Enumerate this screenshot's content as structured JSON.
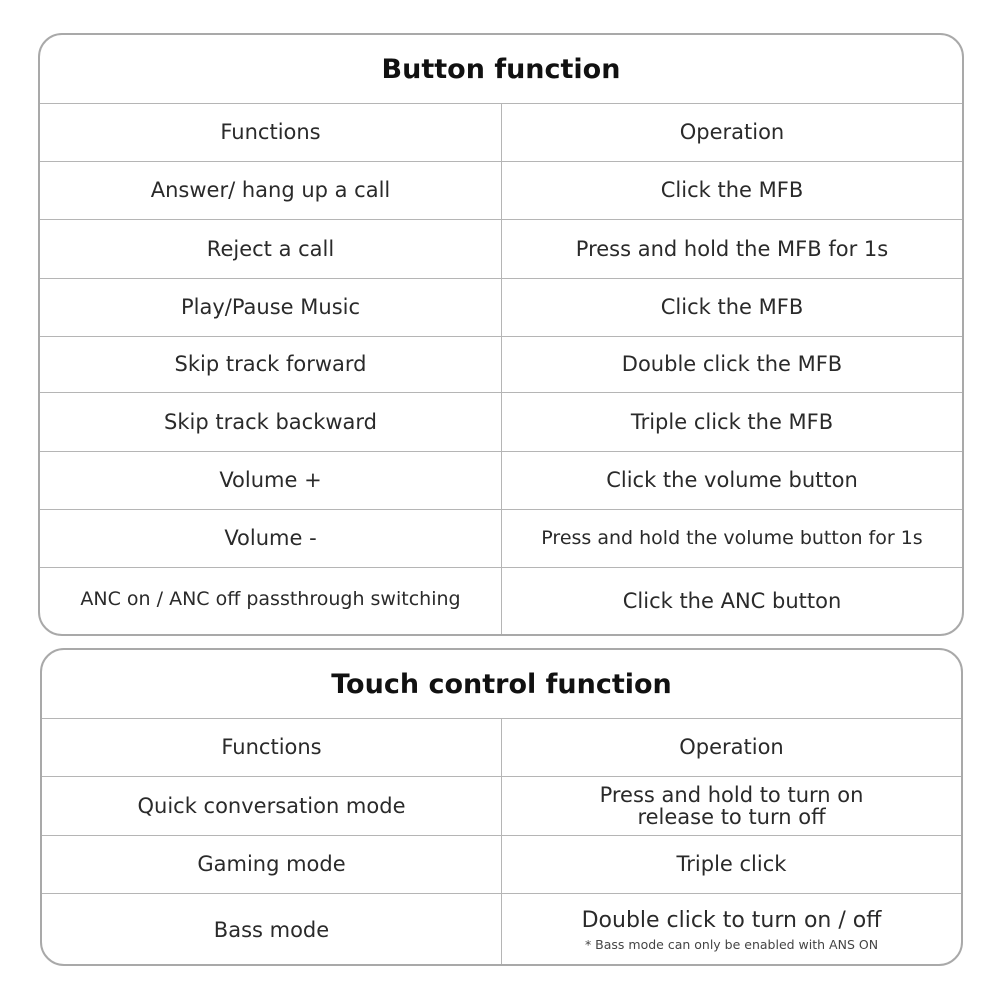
{
  "button_table": {
    "title": "Button function",
    "header": [
      "Functions",
      "Operation"
    ],
    "rows": [
      [
        "Answer/ hang up a call",
        "Click the MFB"
      ],
      [
        "Reject a call",
        "Press and hold the MFB for 1s"
      ],
      [
        "Play/Pause Music",
        "Click the MFB"
      ],
      [
        "Skip track forward",
        "Double click the MFB"
      ],
      [
        "Skip track backward",
        "Triple click the MFB"
      ],
      [
        "Volume +",
        "Click the volume button"
      ],
      [
        "Volume -",
        "Press and hold the volume button for 1s"
      ],
      [
        "ANC on / ANC off passthrough switching",
        "Click the ANC button"
      ]
    ]
  },
  "touch_table": {
    "title": "Touch control function",
    "header": [
      "Functions",
      "Operation"
    ],
    "rows": [
      [
        "Quick conversation mode",
        "Press and hold to turn on",
        "release to turn off"
      ],
      [
        "Gaming mode",
        "Triple click"
      ],
      [
        "Bass mode",
        "Double click to turn on / off",
        "* Bass mode can only be enabled with ANS ON"
      ]
    ]
  }
}
